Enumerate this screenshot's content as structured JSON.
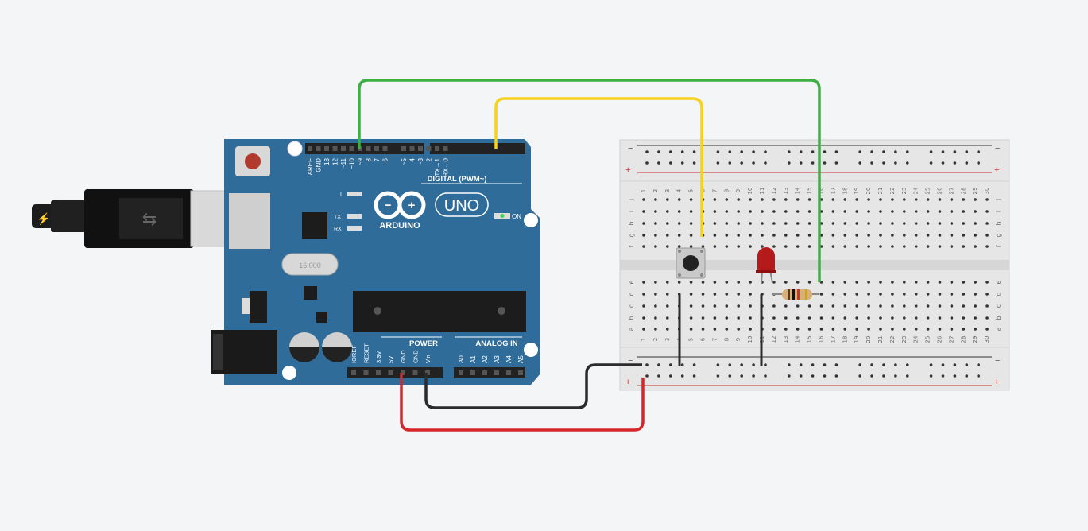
{
  "canvas": {
    "background": "#f4f5f7"
  },
  "arduino": {
    "brand": "ARDUINO",
    "model": "UNO",
    "on_label": "ON",
    "led_labels": [
      "L",
      "TX",
      "RX"
    ],
    "crystal_label": "16.000",
    "header_digital_title": "DIGITAL (PWM~)",
    "header_power_title": "POWER",
    "header_analog_title": "ANALOG IN",
    "digital_pin_labels": [
      "AREF",
      "GND",
      "13",
      "12",
      "~11",
      "~10",
      "~9",
      "8",
      "7",
      "~6",
      "~5",
      "4",
      "~3",
      "2",
      "TX→1",
      "RX←0"
    ],
    "power_pin_labels": [
      "IOREF",
      "RESET",
      "3.3V",
      "5V",
      "GND",
      "GND",
      "Vin"
    ],
    "analog_pin_labels": [
      "A0",
      "A1",
      "A2",
      "A3",
      "A4",
      "A5"
    ],
    "board_color": "#2f6c9a"
  },
  "breadboard": {
    "column_numbers": [
      "1",
      "2",
      "3",
      "4",
      "5",
      "6",
      "7",
      "8",
      "9",
      "10",
      "11",
      "12",
      "13",
      "14",
      "15",
      "16",
      "17",
      "18",
      "19",
      "20",
      "21",
      "22",
      "23",
      "24",
      "25",
      "26",
      "27",
      "28",
      "29",
      "30"
    ],
    "rows_top": [
      "j",
      "i",
      "h",
      "g",
      "f"
    ],
    "rows_bottom": [
      "e",
      "d",
      "c",
      "b",
      "a"
    ],
    "rail_minus": "−",
    "rail_plus": "+"
  },
  "wires": [
    {
      "name": "green-wire",
      "color": "#3cb043"
    },
    {
      "name": "yellow-wire",
      "color": "#f5d21c"
    },
    {
      "name": "black-wire",
      "color": "#2b2b2b"
    },
    {
      "name": "red-wire",
      "color": "#d7262a"
    }
  ]
}
